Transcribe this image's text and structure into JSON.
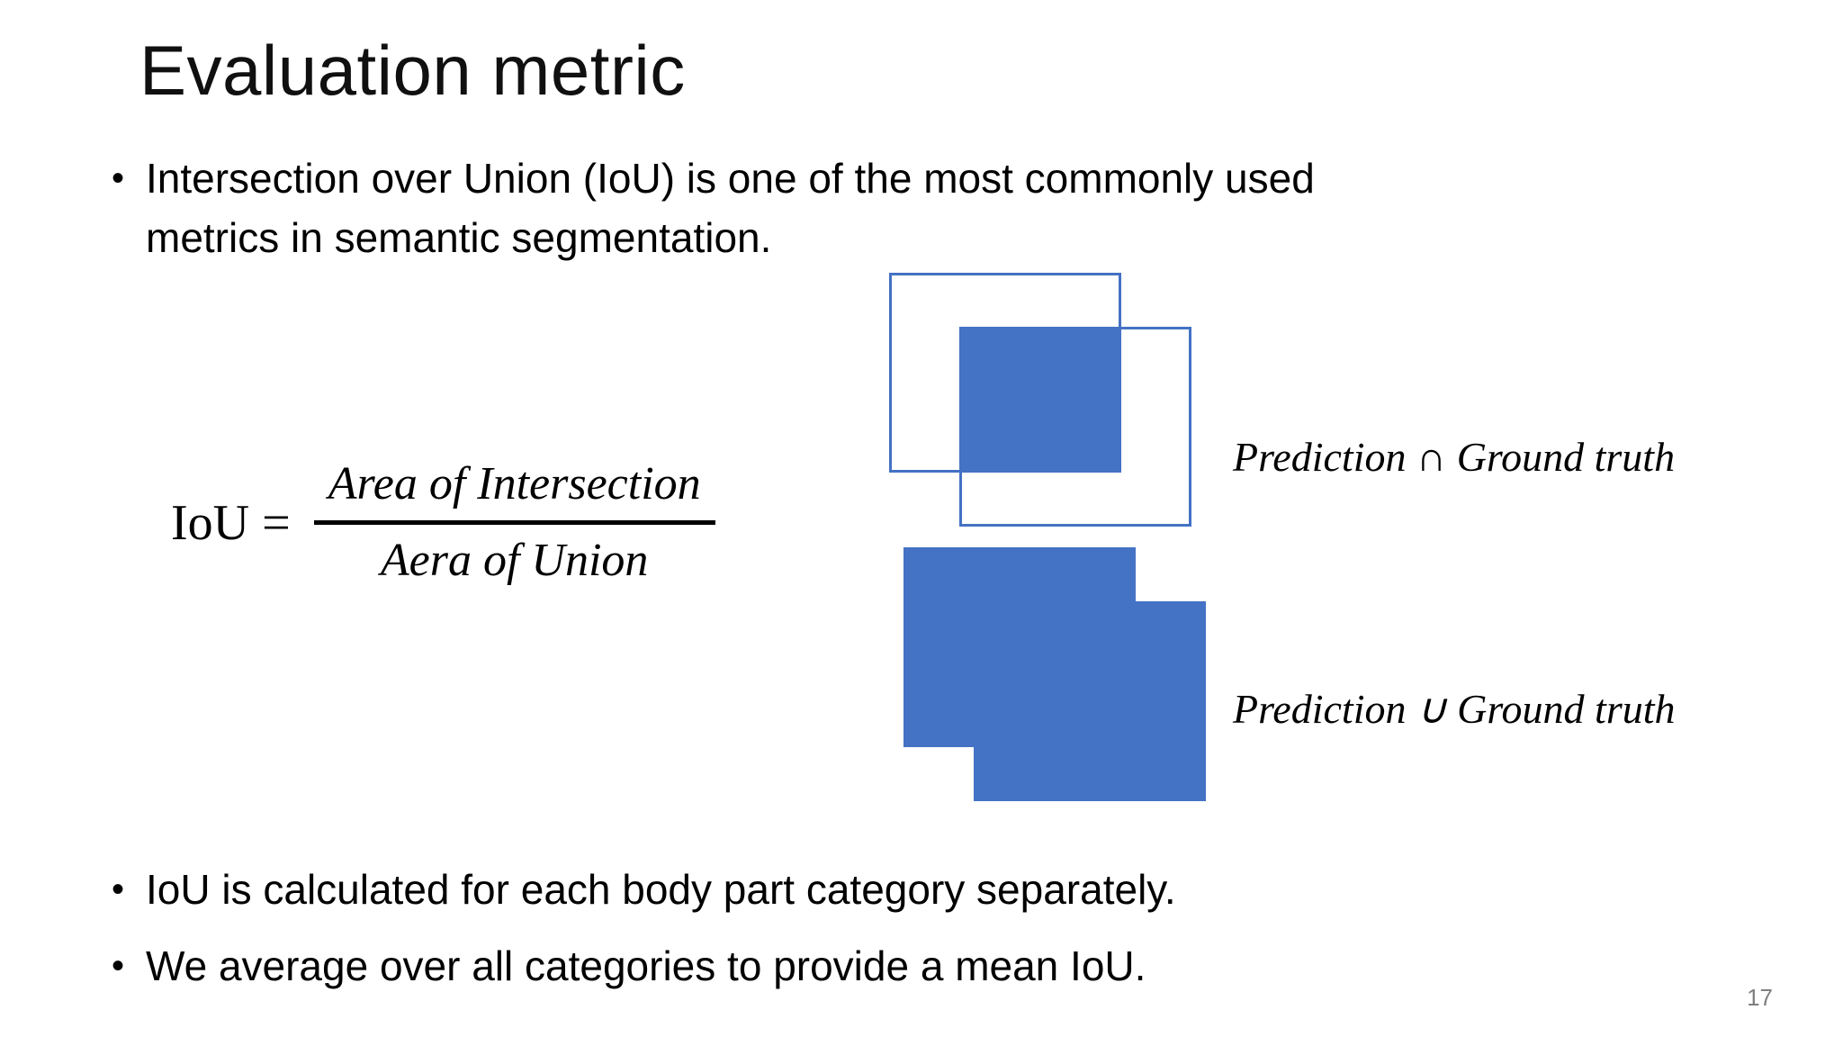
{
  "slide": {
    "title": "Evaluation metric",
    "page_number": "17",
    "background_color": "#FFFFFF",
    "accent_color": "#4472C4"
  },
  "bullets_top": [
    {
      "marker": "•",
      "line1": "Intersection over Union (IoU) is one of the most commonly used",
      "line2": "metrics in semantic segmentation."
    }
  ],
  "formula": {
    "lhs": "IoU",
    "equals": "=",
    "numerator": "Area of Intersection",
    "denominator": "Aera of Union"
  },
  "diagrams": {
    "intersection": {
      "label": "Prediction ∩ Ground truth",
      "shape_a_name": "prediction-box",
      "shape_b_name": "ground-truth-box",
      "fill_color": "#4472C4",
      "outline_color": "#4472C4"
    },
    "union": {
      "label": "Prediction ∪ Ground truth",
      "shape_a_name": "prediction-box",
      "shape_b_name": "ground-truth-box",
      "fill_color": "#4472C4",
      "outline_color": "#4472C4"
    }
  },
  "bullets_bottom": [
    {
      "marker": "•",
      "text": "IoU is calculated for each body part category separately."
    },
    {
      "marker": "•",
      "text": "We average over all categories to provide a mean IoU."
    }
  ]
}
